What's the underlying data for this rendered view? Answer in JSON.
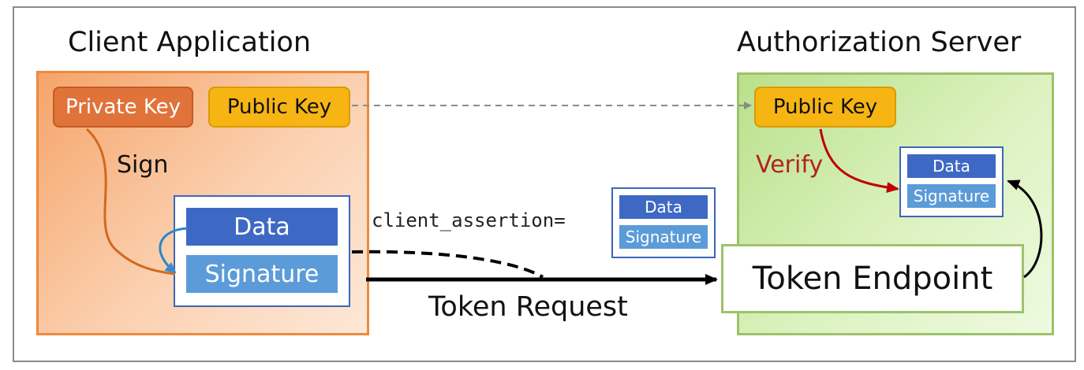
{
  "client": {
    "title": "Client Application",
    "private_key": "Private Key",
    "public_key": "Public Key",
    "sign_label": "Sign",
    "jwt": {
      "data": "Data",
      "signature": "Signature"
    }
  },
  "transport": {
    "assertion_label": "client_assertion=",
    "jwt": {
      "data": "Data",
      "signature": "Signature"
    },
    "request_label": "Token Request"
  },
  "server": {
    "title": "Authorization Server",
    "public_key": "Public Key",
    "verify_label": "Verify",
    "jwt": {
      "data": "Data",
      "signature": "Signature"
    },
    "endpoint": "Token Endpoint"
  },
  "colors": {
    "client_border": "#ef8a3c",
    "server_border": "#9dc26a",
    "private_key": "#e0733a",
    "public_key": "#f7b514",
    "data_cell": "#3d69c4",
    "signature_cell": "#5b9bd8",
    "sign_arrow": "#d2691e",
    "verify_arrow": "#c00000",
    "verify_text": "#b22222"
  }
}
